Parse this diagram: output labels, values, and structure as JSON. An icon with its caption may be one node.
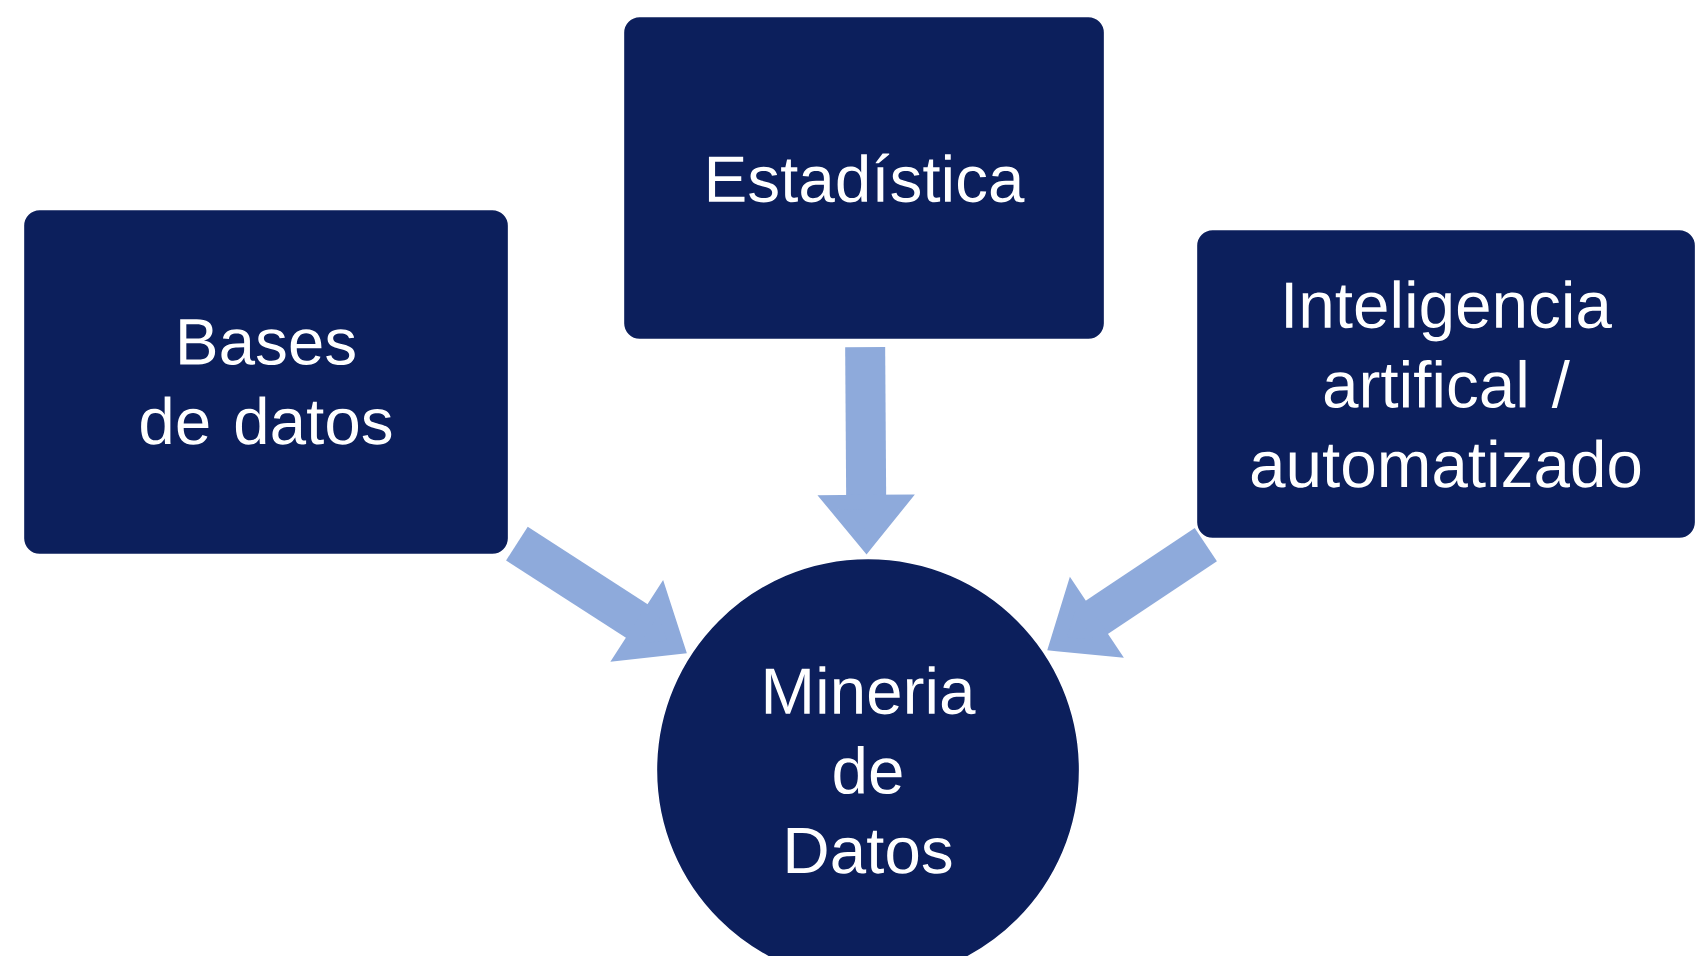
{
  "diagram": {
    "nodes": [
      {
        "text": [
          "Bases de datos"
        ]
      },
      {
        "text": [
          "Estadística"
        ]
      },
      {
        "text": [
          "Inteligencia artifical / automatizado"
        ]
      },
      {
        "text": [
          "Mineria de Datos"
        ]
      }
    ],
    "edges": [
      {
        "from": 0,
        "to": 3,
        "arrow": "to"
      },
      {
        "from": 1,
        "to": 3,
        "arrow": "to"
      },
      {
        "from": 2,
        "to": 3,
        "arrow": "to"
      }
    ]
  }
}
